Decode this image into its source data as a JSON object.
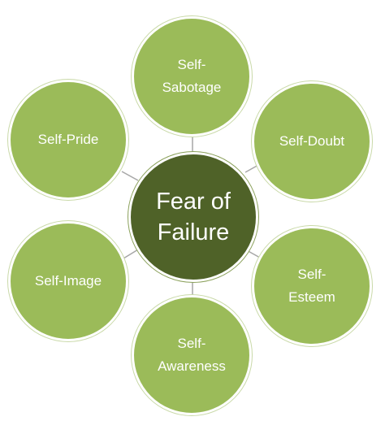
{
  "center": {
    "label": "Fear of\nFailure"
  },
  "nodes": {
    "top": {
      "label": "Self-\nSabotage"
    },
    "top_right": {
      "label": "Self-Doubt"
    },
    "bottom_right": {
      "label": "Self-\nEsteem"
    },
    "bottom": {
      "label": "Self-\nAwareness"
    },
    "bottom_left": {
      "label": "Self-Image"
    },
    "top_left": {
      "label": "Self-Pride"
    }
  },
  "colors": {
    "outer_fill": "#9bbb59",
    "center_fill": "#4f6228",
    "connector": "#a6a6a6"
  }
}
